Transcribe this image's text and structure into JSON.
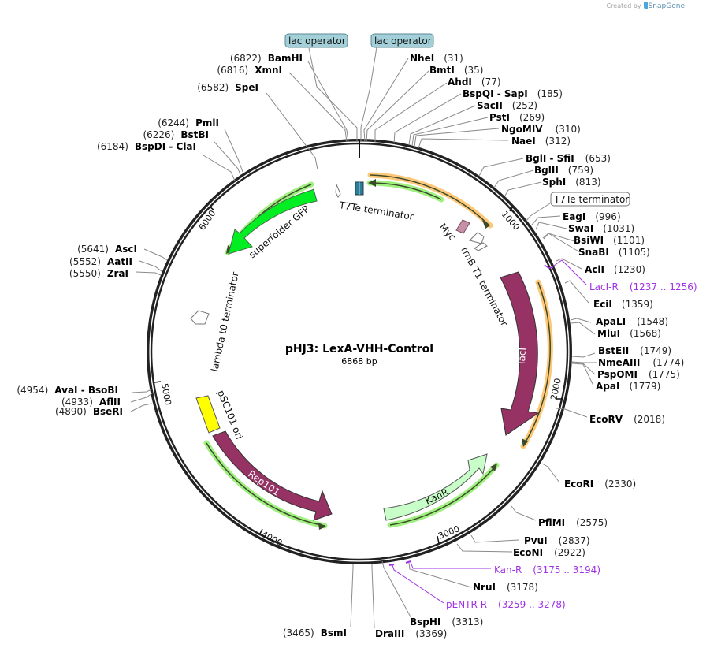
{
  "credit": {
    "prefix": "Created by",
    "brand": "SnapGene"
  },
  "map": {
    "name": "pHJ3: LexA-VHH-Control",
    "length": "6868 bp",
    "ticks": [
      "1000",
      "2000",
      "3000",
      "4000",
      "5000",
      "6000"
    ]
  },
  "features": [
    {
      "name": "lac operator",
      "color": "#a3d0d8",
      "boxed": true
    },
    {
      "name": "lac operator",
      "color": "#a3d0d8",
      "boxed": true
    },
    {
      "name": "T7Te terminator",
      "color": "#ffffff",
      "boxed": true
    },
    {
      "name": "T7Te terminator",
      "color": "#ffffff"
    },
    {
      "name": "superfolder GFP",
      "color": "#00ee22"
    },
    {
      "name": "Myc",
      "color": "#c890a8"
    },
    {
      "name": "rrnB T1 terminator",
      "color": "#ffffff"
    },
    {
      "name": "lacI",
      "color": "#963264"
    },
    {
      "name": "lambda t0 terminator",
      "color": "#ffffff"
    },
    {
      "name": "pSC101 ori",
      "color": "#ffff00"
    },
    {
      "name": "Rep101",
      "color": "#963264"
    },
    {
      "name": "KanR",
      "color": "#c8ffc8"
    }
  ],
  "enzymes": [
    {
      "name": "NheI",
      "pos": "(31)"
    },
    {
      "name": "BmtI",
      "pos": "(35)"
    },
    {
      "name": "AhdI",
      "pos": "(77)"
    },
    {
      "name": "BspQI  - SapI",
      "pos": "(185)"
    },
    {
      "name": "SacII",
      "pos": "(252)"
    },
    {
      "name": "PstI",
      "pos": "(269)"
    },
    {
      "name": "NgoMIV",
      "pos": "(310)"
    },
    {
      "name": "NaeI",
      "pos": "(312)"
    },
    {
      "name": "BglI  - SfiI",
      "pos": "(653)"
    },
    {
      "name": "BglII",
      "pos": "(759)"
    },
    {
      "name": "SphI",
      "pos": "(813)"
    },
    {
      "name": "EagI",
      "pos": "(996)"
    },
    {
      "name": "SwaI",
      "pos": "(1031)"
    },
    {
      "name": "BsiWI",
      "pos": "(1101)"
    },
    {
      "name": "SnaBI",
      "pos": "(1105)"
    },
    {
      "name": "AclI",
      "pos": "(1230)"
    },
    {
      "name": "EciI",
      "pos": "(1359)"
    },
    {
      "name": "ApaLI",
      "pos": "(1548)"
    },
    {
      "name": "MluI",
      "pos": "(1568)"
    },
    {
      "name": "BstEII",
      "pos": "(1749)"
    },
    {
      "name": "NmeAIII",
      "pos": "(1774)"
    },
    {
      "name": "PspOMI",
      "pos": "(1775)"
    },
    {
      "name": "ApaI",
      "pos": "(1779)"
    },
    {
      "name": "EcoRV",
      "pos": "(2018)"
    },
    {
      "name": "EcoRI",
      "pos": "(2330)"
    },
    {
      "name": "PflMI",
      "pos": "(2575)"
    },
    {
      "name": "PvuI",
      "pos": "(2837)"
    },
    {
      "name": "EcoNI",
      "pos": "(2922)"
    },
    {
      "name": "NruI",
      "pos": "(3178)"
    },
    {
      "name": "BspHI",
      "pos": "(3313)"
    },
    {
      "name": "DraIII",
      "pos": "(3369)"
    },
    {
      "name": "BsmI",
      "pos": "(3465)"
    },
    {
      "name": "BseRI",
      "pos": "(4890)"
    },
    {
      "name": "AflII",
      "pos": "(4933)"
    },
    {
      "name": "AvaI  - BsoBI",
      "pos": "(4954)"
    },
    {
      "name": "ZraI",
      "pos": "(5550)"
    },
    {
      "name": "AatII",
      "pos": "(5552)"
    },
    {
      "name": "AscI",
      "pos": "(5641)"
    },
    {
      "name": "BspDI  - ClaI",
      "pos": "(6184)"
    },
    {
      "name": "BstBI",
      "pos": "(6226)"
    },
    {
      "name": "PmlI",
      "pos": "(6244)"
    },
    {
      "name": "SpeI",
      "pos": "(6582)"
    },
    {
      "name": "XmnI",
      "pos": "(6816)"
    },
    {
      "name": "BamHI",
      "pos": "(6822)"
    }
  ],
  "primers": [
    {
      "name": "LacI-R",
      "pos": "(1237 .. 1256)"
    },
    {
      "name": "Kan-R",
      "pos": "(3175 .. 3194)"
    },
    {
      "name": "pENTR-R",
      "pos": "(3259 .. 3278)"
    }
  ],
  "colors": {
    "backbone": "#222222",
    "orf_highlight_orange": "#ffc878",
    "orf_highlight_green": "#a0f080",
    "primer": "#a032e6"
  }
}
